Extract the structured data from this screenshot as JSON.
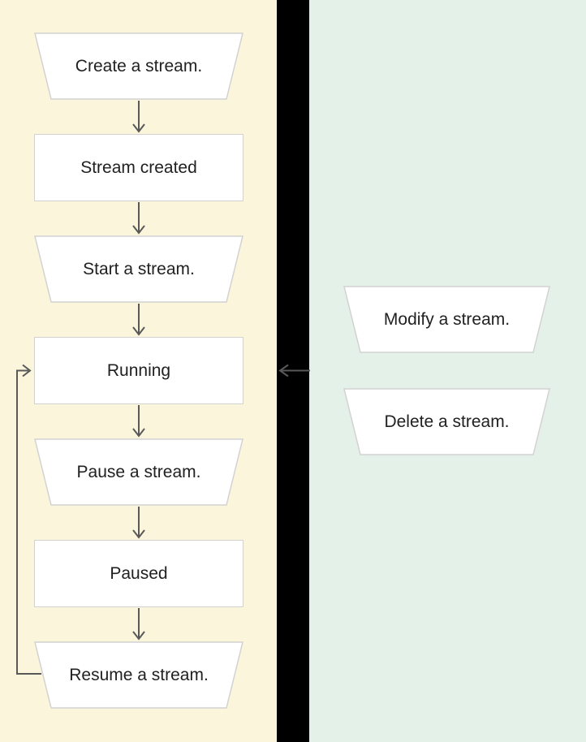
{
  "diagram": {
    "title_hint": "stream-lifecycle-flowchart",
    "left_panel": {
      "bg_color": "#FBF5DC",
      "nodes": [
        {
          "id": "create",
          "label": "Create a stream.",
          "shape": "trapezoid"
        },
        {
          "id": "created",
          "label": "Stream created",
          "shape": "rectangle"
        },
        {
          "id": "start",
          "label": "Start a stream.",
          "shape": "trapezoid"
        },
        {
          "id": "running",
          "label": "Running",
          "shape": "rectangle"
        },
        {
          "id": "pause",
          "label": "Pause a stream.",
          "shape": "trapezoid"
        },
        {
          "id": "paused",
          "label": "Paused",
          "shape": "rectangle"
        },
        {
          "id": "resume",
          "label": "Resume a stream.",
          "shape": "trapezoid"
        }
      ]
    },
    "right_panel": {
      "bg_color": "#E3F1E9",
      "nodes": [
        {
          "id": "modify",
          "label": "Modify a stream.",
          "shape": "trapezoid"
        },
        {
          "id": "delete",
          "label": "Delete a stream.",
          "shape": "trapezoid"
        }
      ]
    },
    "edges": [
      {
        "from": "create",
        "to": "created",
        "style": "down-arrow"
      },
      {
        "from": "created",
        "to": "start",
        "style": "down-arrow"
      },
      {
        "from": "start",
        "to": "running",
        "style": "down-arrow"
      },
      {
        "from": "running",
        "to": "pause",
        "style": "down-arrow"
      },
      {
        "from": "pause",
        "to": "paused",
        "style": "down-arrow"
      },
      {
        "from": "paused",
        "to": "resume",
        "style": "down-arrow"
      },
      {
        "from": "resume",
        "to": "running",
        "style": "loop-left-side"
      },
      {
        "from": "right_panel",
        "to": "running",
        "style": "left-arrow-across-gap"
      }
    ],
    "colors": {
      "node_fill": "#FFFFFF",
      "node_border": "#D2D2D2",
      "arrow": "#595959",
      "text": "#212121",
      "gap_background": "#000000"
    }
  }
}
